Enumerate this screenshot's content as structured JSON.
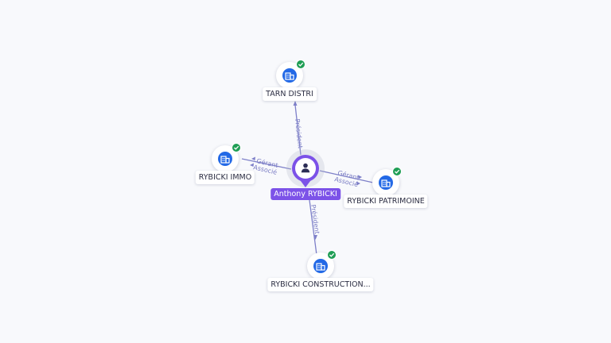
{
  "person": {
    "name": "Anthony RYBICKI",
    "icon": "person-icon",
    "color": "#7c52e8"
  },
  "companies": [
    {
      "id": "tarn",
      "label": "TARN DISTRI",
      "icon": "building-icon",
      "verified": true
    },
    {
      "id": "immo",
      "label": "RYBICKI IMMO",
      "icon": "building-icon",
      "verified": true
    },
    {
      "id": "patrimoine",
      "label": "RYBICKI PATRIMOINE",
      "icon": "building-icon",
      "verified": true
    },
    {
      "id": "construction",
      "label": "RYBICKI CONSTRUCTION...",
      "icon": "building-icon",
      "verified": true
    }
  ],
  "edges": [
    {
      "target": "tarn",
      "roles": [
        "Président"
      ]
    },
    {
      "target": "immo",
      "roles": [
        "Gérant",
        "Associé"
      ]
    },
    {
      "target": "patrimoine",
      "roles": [
        "Gérant",
        "Associé"
      ]
    },
    {
      "target": "construction",
      "roles": [
        "Président"
      ]
    }
  ],
  "colors": {
    "company_node": "#2369e6",
    "verified_badge": "#1f9e55",
    "edge": "#7e80c9",
    "background": "#f8f9fc"
  }
}
